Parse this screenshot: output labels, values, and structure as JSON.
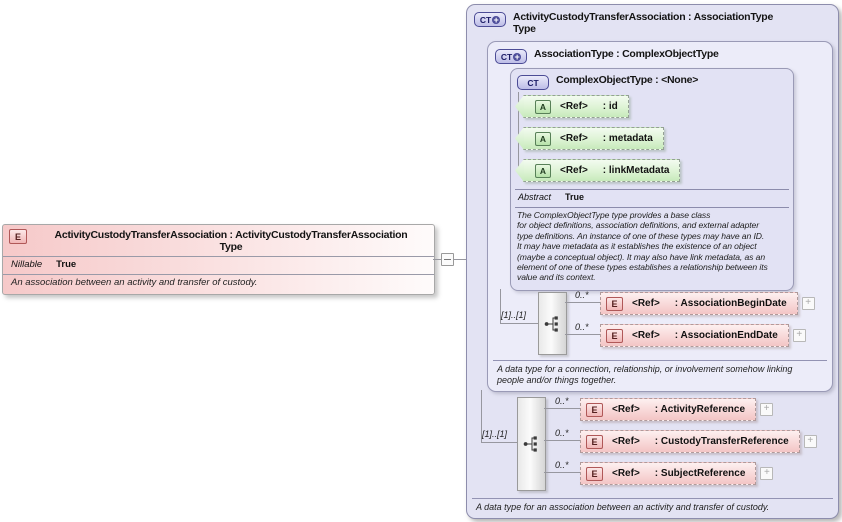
{
  "colors": {
    "type_fill": "#e3e3f3",
    "element_fill": "#f3c5c5",
    "attribute_fill": "#c7eabb",
    "badge_purple": "#4c4c9a",
    "badge_red_border": "#b05858",
    "badge_green_border": "#588058",
    "line_gray": "#97979f"
  },
  "left_element": {
    "badge": "E",
    "title": "ActivityCustodyTransferAssociation : ActivityCustodyTransferAssociation\nType",
    "nillable_label": "Nillable",
    "nillable_value": "True",
    "description": "An association between an activity and transfer of custody."
  },
  "outer_type": {
    "badge": "CT",
    "title": "ActivityCustodyTransferAssociation : AssociationType\nType",
    "footer": "A data type for an association between an activity and transfer of custody.",
    "sequence": {
      "cardinality": "[1]..[1]",
      "elements": [
        {
          "occurs": "0..*",
          "badge": "E",
          "ref_label": "<Ref>",
          "name": ": ActivityReference",
          "expand": "+"
        },
        {
          "occurs": "0..*",
          "badge": "E",
          "ref_label": "<Ref>",
          "name": ": CustodyTransferReference",
          "expand": "+"
        },
        {
          "occurs": "0..*",
          "badge": "E",
          "ref_label": "<Ref>",
          "name": ": SubjectReference",
          "expand": "+"
        }
      ]
    }
  },
  "association_type": {
    "badge": "CT",
    "title": "AssociationType : ComplexObjectType",
    "footer": "A data type for a connection, relationship, or involvement somehow linking\npeople and/or things together.",
    "sequence": {
      "cardinality": "[1]..[1]",
      "elements": [
        {
          "occurs": "0..*",
          "badge": "E",
          "ref_label": "<Ref>",
          "name": ": AssociationBeginDate",
          "expand": "+"
        },
        {
          "occurs": "0..*",
          "badge": "E",
          "ref_label": "<Ref>",
          "name": ": AssociationEndDate",
          "expand": "+"
        }
      ]
    }
  },
  "complex_object_type": {
    "badge": "CT",
    "title": "ComplexObjectType : <None>",
    "abstract_label": "Abstract",
    "abstract_value": "True",
    "attributes": [
      {
        "badge": "A",
        "ref_label": "<Ref>",
        "name": ": id"
      },
      {
        "badge": "A",
        "ref_label": "<Ref>",
        "name": ": metadata"
      },
      {
        "badge": "A",
        "ref_label": "<Ref>",
        "name": ": linkMetadata"
      }
    ],
    "description": "The ComplexObjectType type provides a base class\nfor object definitions, association definitions, and external adapter\ntype definitions. An instance of one of these types may have an ID.\nIt may have metadata as it establishes the existence of an object\n(maybe a conceptual object). It may also have link metadata, as an\nelement of one of these types establishes a relationship between its\nvalue and its context."
  }
}
